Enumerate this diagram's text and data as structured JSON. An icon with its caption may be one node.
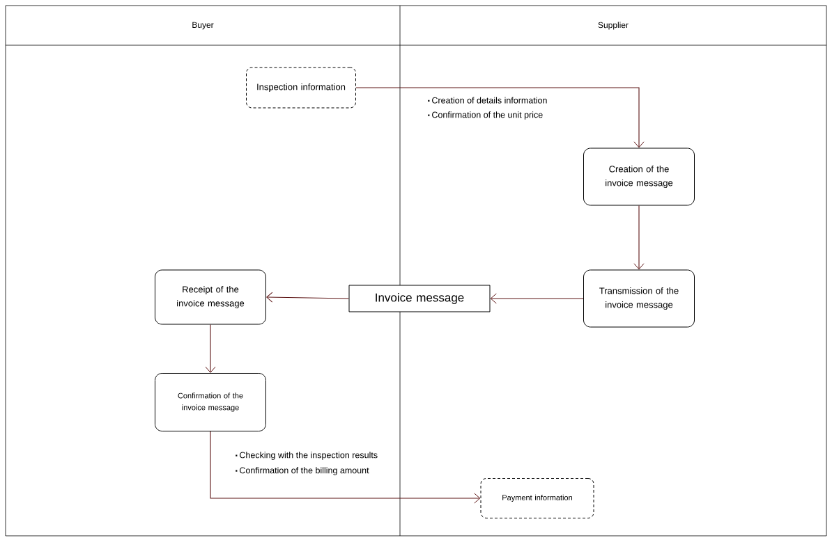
{
  "diagram": {
    "nodes": [
      {
        "text": [
          "Buyer"
        ]
      },
      {
        "text": [
          "Supplier"
        ]
      },
      {
        "text": [
          "Inspection information"
        ]
      },
      {
        "text": [
          "Creation of the invoice message"
        ]
      },
      {
        "text": [
          "Transmission of the invoice message"
        ]
      },
      {
        "text": [
          "Invoice message"
        ]
      },
      {
        "text": [
          "Receipt of the invoice message"
        ]
      },
      {
        "text": [
          "Confirmation of the invoice message"
        ]
      },
      {
        "text": [
          "Payment information"
        ]
      }
    ],
    "edges": [
      {
        "from": 2,
        "to": 3,
        "arrow": "to"
      },
      {
        "from": 3,
        "to": 4,
        "arrow": "to"
      },
      {
        "from": 4,
        "to": 5,
        "arrow": "to"
      },
      {
        "from": 5,
        "to": 6,
        "arrow": "to"
      },
      {
        "from": 6,
        "to": 7,
        "arrow": "to"
      },
      {
        "from": 7,
        "to": 8,
        "arrow": "to"
      }
    ],
    "labels": [
      "Creation of details information",
      "Confirmation of the unit price",
      "Checking with the inspection results",
      "Confirmation of the billing amount"
    ]
  }
}
